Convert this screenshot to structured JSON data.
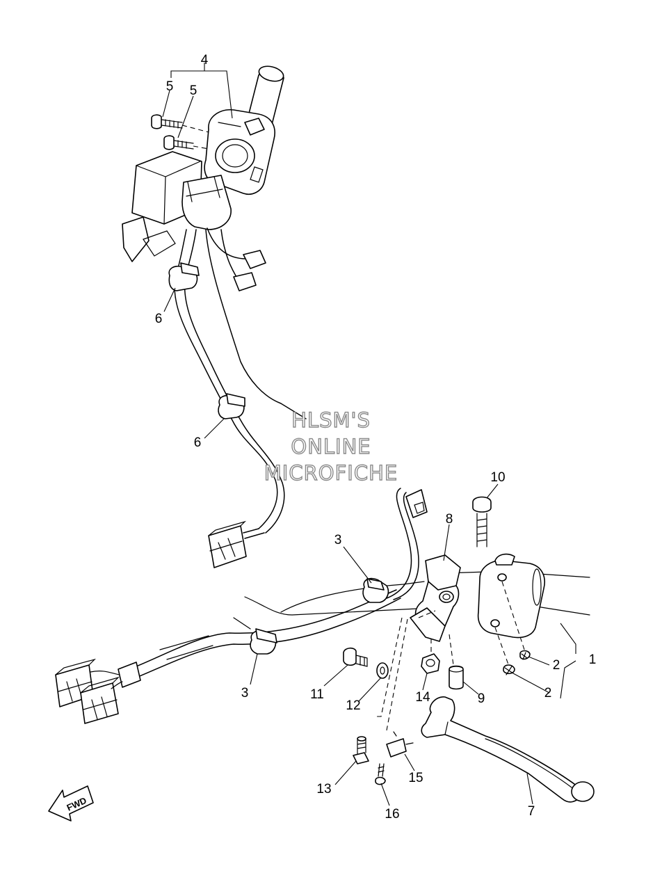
{
  "callouts": [
    {
      "id": "c1",
      "label": "1"
    },
    {
      "id": "c2a",
      "label": "2"
    },
    {
      "id": "c2b",
      "label": "2"
    },
    {
      "id": "c3a",
      "label": "3"
    },
    {
      "id": "c3b",
      "label": "3"
    },
    {
      "id": "c4",
      "label": "4"
    },
    {
      "id": "c5a",
      "label": "5"
    },
    {
      "id": "c5b",
      "label": "5"
    },
    {
      "id": "c6a",
      "label": "6"
    },
    {
      "id": "c6b",
      "label": "6"
    },
    {
      "id": "c7",
      "label": "7"
    },
    {
      "id": "c8",
      "label": "8"
    },
    {
      "id": "c9",
      "label": "9"
    },
    {
      "id": "c10",
      "label": "10"
    },
    {
      "id": "c11",
      "label": "11"
    },
    {
      "id": "c12",
      "label": "12"
    },
    {
      "id": "c13",
      "label": "13"
    },
    {
      "id": "c14",
      "label": "14"
    },
    {
      "id": "c15",
      "label": "15"
    },
    {
      "id": "c16",
      "label": "16"
    }
  ],
  "watermark": {
    "line1": "HLSM'S",
    "line2": "ONLINE",
    "line3": "MICROFICHE"
  },
  "fwd_label": "FWD"
}
